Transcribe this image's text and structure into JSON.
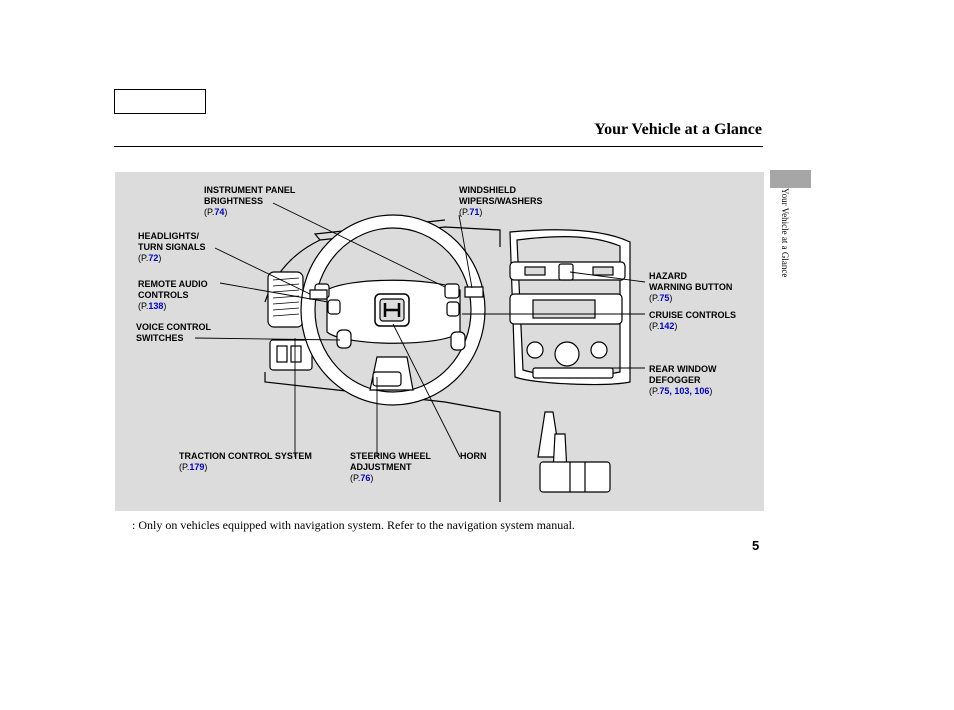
{
  "header": {
    "title": "Your Vehicle at a Glance",
    "side_tab_text": "Your Vehicle at a Glance"
  },
  "callouts": {
    "instrument_panel": {
      "line1": "INSTRUMENT PANEL",
      "line2": "BRIGHTNESS",
      "ref_prefix": "(P.",
      "ref_pages": "74",
      "ref_suffix": ")"
    },
    "windshield": {
      "line1": "WINDSHIELD",
      "line2": "WIPERS/WASHERS",
      "ref_prefix": "(P.",
      "ref_pages": "71",
      "ref_suffix": ")"
    },
    "headlights": {
      "line1": "HEADLIGHTS/",
      "line2": "TURN SIGNALS",
      "ref_prefix": "(P.",
      "ref_pages": "72",
      "ref_suffix": ")"
    },
    "remote_audio": {
      "line1": "REMOTE AUDIO",
      "line2": "CONTROLS",
      "ref_prefix": "(P.",
      "ref_pages": "138",
      "ref_suffix": ")"
    },
    "voice_control": {
      "line1": "VOICE CONTROL",
      "line2": "SWITCHES"
    },
    "hazard": {
      "line1": "HAZARD",
      "line2": "WARNING BUTTON",
      "ref_prefix": "(P.",
      "ref_pages": "75",
      "ref_suffix": ")"
    },
    "cruise": {
      "line1": "CRUISE CONTROLS",
      "ref_prefix": "(P.",
      "ref_pages": "142",
      "ref_suffix": ")"
    },
    "rear_window": {
      "line1": "REAR WINDOW",
      "line2": "DEFOGGER",
      "ref_prefix": "(P.",
      "ref_pages": "75, 103, 106",
      "ref_suffix": ")"
    },
    "traction": {
      "line1": "TRACTION CONTROL SYSTEM",
      "ref_prefix": "(P.",
      "ref_pages": "179",
      "ref_suffix": ")"
    },
    "steering": {
      "line1": "STEERING WHEEL",
      "line2": "ADJUSTMENT",
      "ref_prefix": "(P.",
      "ref_pages": "76",
      "ref_suffix": ")"
    },
    "horn": {
      "line1": "HORN"
    }
  },
  "footnote": ": Only on vehicles equipped with navigation system. Refer to the navigation system manual.",
  "page_number": "5",
  "colors": {
    "panel_bg": "#dcdcdc",
    "side_tab": "#a6a6a6",
    "page_ref": "#0000cc"
  }
}
